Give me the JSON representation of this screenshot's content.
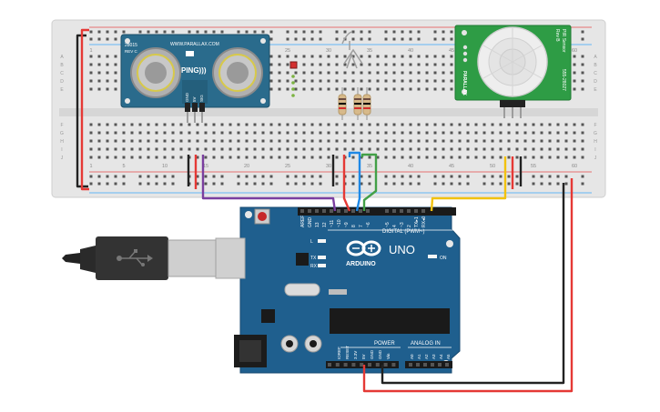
{
  "breadboard": {
    "column_numbers": [
      "1",
      "5",
      "10",
      "15",
      "20",
      "25",
      "30",
      "35",
      "40",
      "45",
      "50",
      "55",
      "60"
    ],
    "row_letters_top": [
      "A",
      "B",
      "C",
      "D",
      "E"
    ],
    "row_letters_bottom": [
      "F",
      "G",
      "H",
      "I",
      "J"
    ]
  },
  "ping_sensor": {
    "model_label": "28015",
    "rev_label": "REV C",
    "url_label": "WWW.PARALLAX.COM",
    "brand_label": "PING)))",
    "pin_labels": [
      "GND",
      "5V",
      "SIG"
    ]
  },
  "pir_sensor": {
    "title_label": "PIR Sensor",
    "rev_label": "Rev B",
    "part_label": "555-28027",
    "brand_label": "PARALLAX"
  },
  "arduino": {
    "logo_text": "ARDUINO",
    "model_text": "UNO",
    "digital_label": "DIGITAL (PWM~)",
    "power_label": "POWER",
    "analog_label": "ANALOG IN",
    "on_label": "ON",
    "led_labels": [
      "L",
      "TX",
      "RX"
    ],
    "top_pin_labels": [
      "AREF",
      "GND",
      "13",
      "12",
      "~11",
      "~10",
      "~9",
      "8",
      "7",
      "~6",
      "~5",
      "4",
      "~3",
      "2",
      "TX▸1",
      "RX◂0"
    ],
    "power_pin_labels": [
      "IOREF",
      "RESET",
      "3.3V",
      "5V",
      "GND",
      "GND",
      "Vin"
    ],
    "analog_pin_labels": [
      "A0",
      "A1",
      "A2",
      "A3",
      "A4",
      "A5"
    ]
  },
  "colors": {
    "breadboard": "#e6e6e6",
    "board_blue": "#1f5f8e",
    "wire_red": "#e53935",
    "wire_black": "#222222",
    "wire_purple": "#7b3fa0",
    "wire_blue": "#1e88e5",
    "wire_green": "#43a047",
    "wire_yellow": "#f2c20f",
    "ping_board": "#2a6b8c",
    "pir_board": "#2e9c45"
  }
}
